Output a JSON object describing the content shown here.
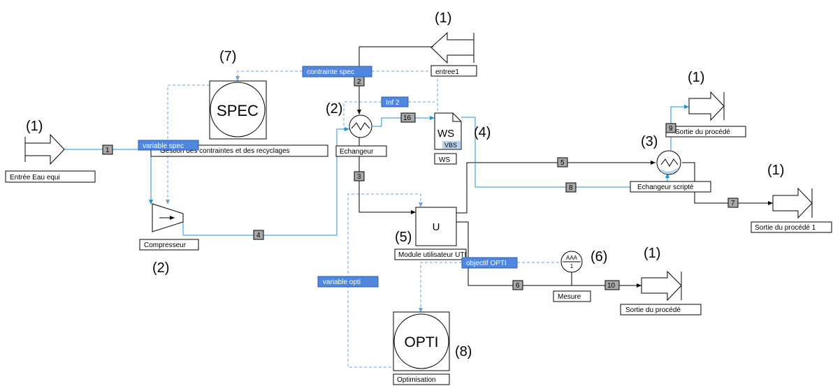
{
  "labels": {
    "entree_eau": "Entrée Eau equi",
    "gestion": "Gestion des contraintes et des recyclages",
    "compresseur": "Compresseur",
    "echangeur": "Echangeur",
    "entree1": "entree1",
    "ws_label": "WS",
    "ws_icon_text": "WS",
    "ws_vbs": "VBS",
    "sortie_top": "Sortie du procédé",
    "echangeur_script": "Echangeur scripté",
    "sortie_1": "Sortie du procédé 1",
    "module_uti": "Module utilisateur UTI",
    "mesure": "Mesure",
    "sortie_bottom": "Sortie du procédé",
    "optimisation": "Optimisation"
  },
  "blocks": {
    "spec": "SPEC",
    "opti": "OPTI",
    "u": "U",
    "aaa": "AAA",
    "aaa_sub": "1"
  },
  "numbers": {
    "n1_top": "(1)",
    "n7": "(7)",
    "n1_left": "(1)",
    "n2_mid": "(2)",
    "n4": "(4)",
    "n1_right_top": "(1)",
    "n3": "(3)",
    "n1_right": "(1)",
    "n2_left": "(2)",
    "n5": "(5)",
    "n6": "(6)",
    "n1_bottom": "(1)",
    "n8": "(8)"
  },
  "stream_tags": {
    "s1": "1",
    "s2": "2",
    "s3": "3",
    "s4": "4",
    "s5": "5",
    "s6": "6",
    "s7": "7",
    "s8": "8",
    "s9": "9",
    "s10": "10",
    "s16": "16"
  },
  "info_tags": {
    "contrainte_spec": "contrainte spec",
    "inf2": "Inf 2",
    "variable_spec": "variable spec",
    "objectif_opti": "objectif OPTI",
    "variable_opti": "variable opti"
  },
  "colors": {
    "material_stream": "#1f8fe0",
    "info_link": "#6f9fe6",
    "tag_blue": "#4f86de",
    "tag_grey": "#a8a8a8"
  }
}
